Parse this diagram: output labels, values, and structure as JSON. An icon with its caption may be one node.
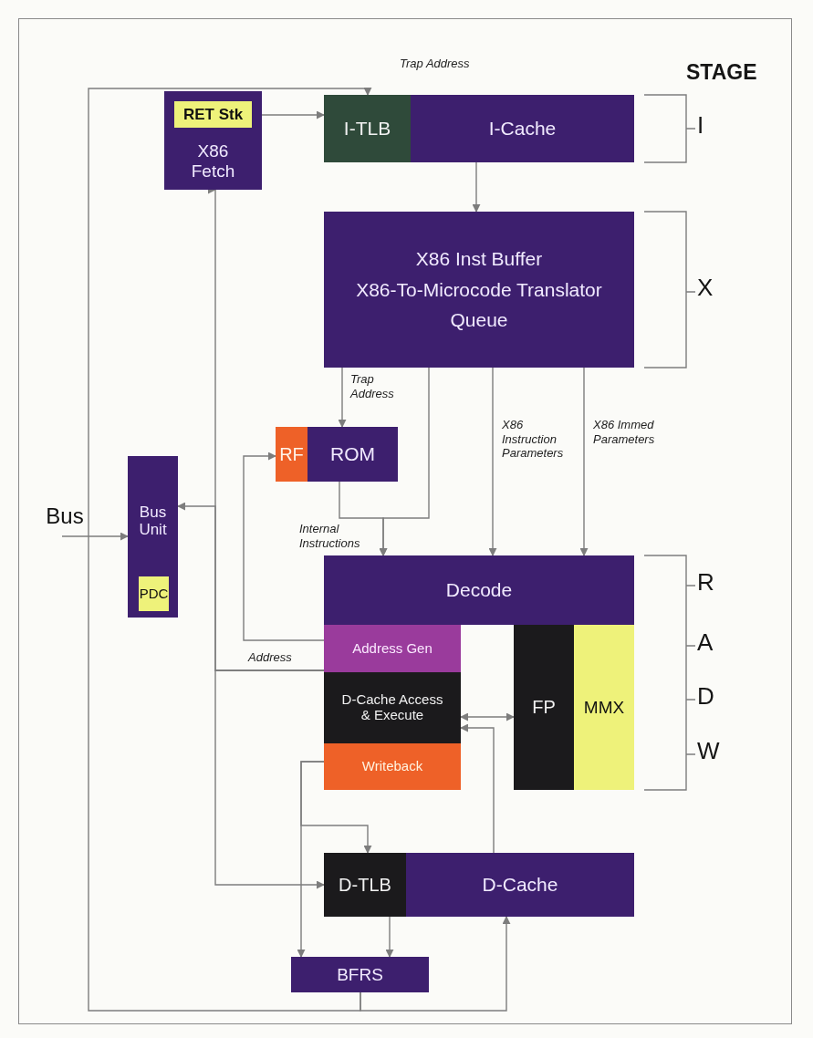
{
  "diagram": {
    "nodes": [
      {
        "text": [
          "X86 Fetch"
        ]
      },
      {
        "text": [
          "RET Stk"
        ],
        "in": 0
      },
      {
        "text": [
          "I-TLB"
        ]
      },
      {
        "text": [
          "I-Cache"
        ]
      },
      {
        "text": [
          "X86 Inst Buffer",
          "X86-To-Microcode Translator",
          "Queue"
        ]
      },
      {
        "text": [
          "RF"
        ]
      },
      {
        "text": [
          "ROM"
        ]
      },
      {
        "text": [
          "Bus"
        ]
      },
      {
        "text": [
          "Bus Unit"
        ]
      },
      {
        "text": [
          "PDC"
        ],
        "in": 8
      },
      {
        "text": [
          "Decode"
        ]
      },
      {
        "text": [
          "Address Gen"
        ]
      },
      {
        "text": [
          "D-Cache Access & Execute"
        ]
      },
      {
        "text": [
          "Writeback"
        ]
      },
      {
        "text": [
          "FP"
        ]
      },
      {
        "text": [
          "MMX"
        ]
      },
      {
        "text": [
          "D-TLB"
        ]
      },
      {
        "text": [
          "D-Cache"
        ]
      },
      {
        "text": [
          "BFRS"
        ]
      }
    ],
    "edges": [
      {
        "from": 18,
        "to": 2,
        "arrow": "to",
        "label": "Trap Address"
      },
      {
        "from": 18,
        "to": 17,
        "arrow": "to"
      },
      {
        "from": 1,
        "to": 2,
        "arrow": "to"
      },
      {
        "from": 3,
        "to": 4,
        "arrow": "to"
      },
      {
        "from": 4,
        "to": 6,
        "arrow": "to",
        "label": "Trap Address"
      },
      {
        "from": 4,
        "to": 10,
        "arrow": "to"
      },
      {
        "from": 6,
        "to": 10,
        "arrow": "to",
        "label": "Internal Instructions"
      },
      {
        "from": 4,
        "to": 10,
        "arrow": "to",
        "label": "X86 Instruction Parameters"
      },
      {
        "from": 4,
        "to": 10,
        "arrow": "to",
        "label": "X86 Immed Parameters"
      },
      {
        "from": 11,
        "to": 5,
        "arrow": "to"
      },
      {
        "from": 11,
        "to": 0,
        "arrow": "to",
        "label": "Address"
      },
      {
        "from": 11,
        "to": 8,
        "arrow": "to"
      },
      {
        "from": 11,
        "to": 16,
        "arrow": "to"
      },
      {
        "from": 7,
        "to": 8,
        "arrow": "to"
      },
      {
        "from": 12,
        "to": 14,
        "arrow": "both"
      },
      {
        "from": 17,
        "to": 12,
        "arrow": "to"
      },
      {
        "from": 13,
        "to": 18,
        "arrow": "to"
      },
      {
        "from": 13,
        "to": 16,
        "arrow": "to"
      },
      {
        "from": 16,
        "to": 18,
        "arrow": "to"
      }
    ],
    "labels": [
      "STAGE",
      "I",
      "X",
      "R",
      "A",
      "D",
      "W"
    ]
  }
}
